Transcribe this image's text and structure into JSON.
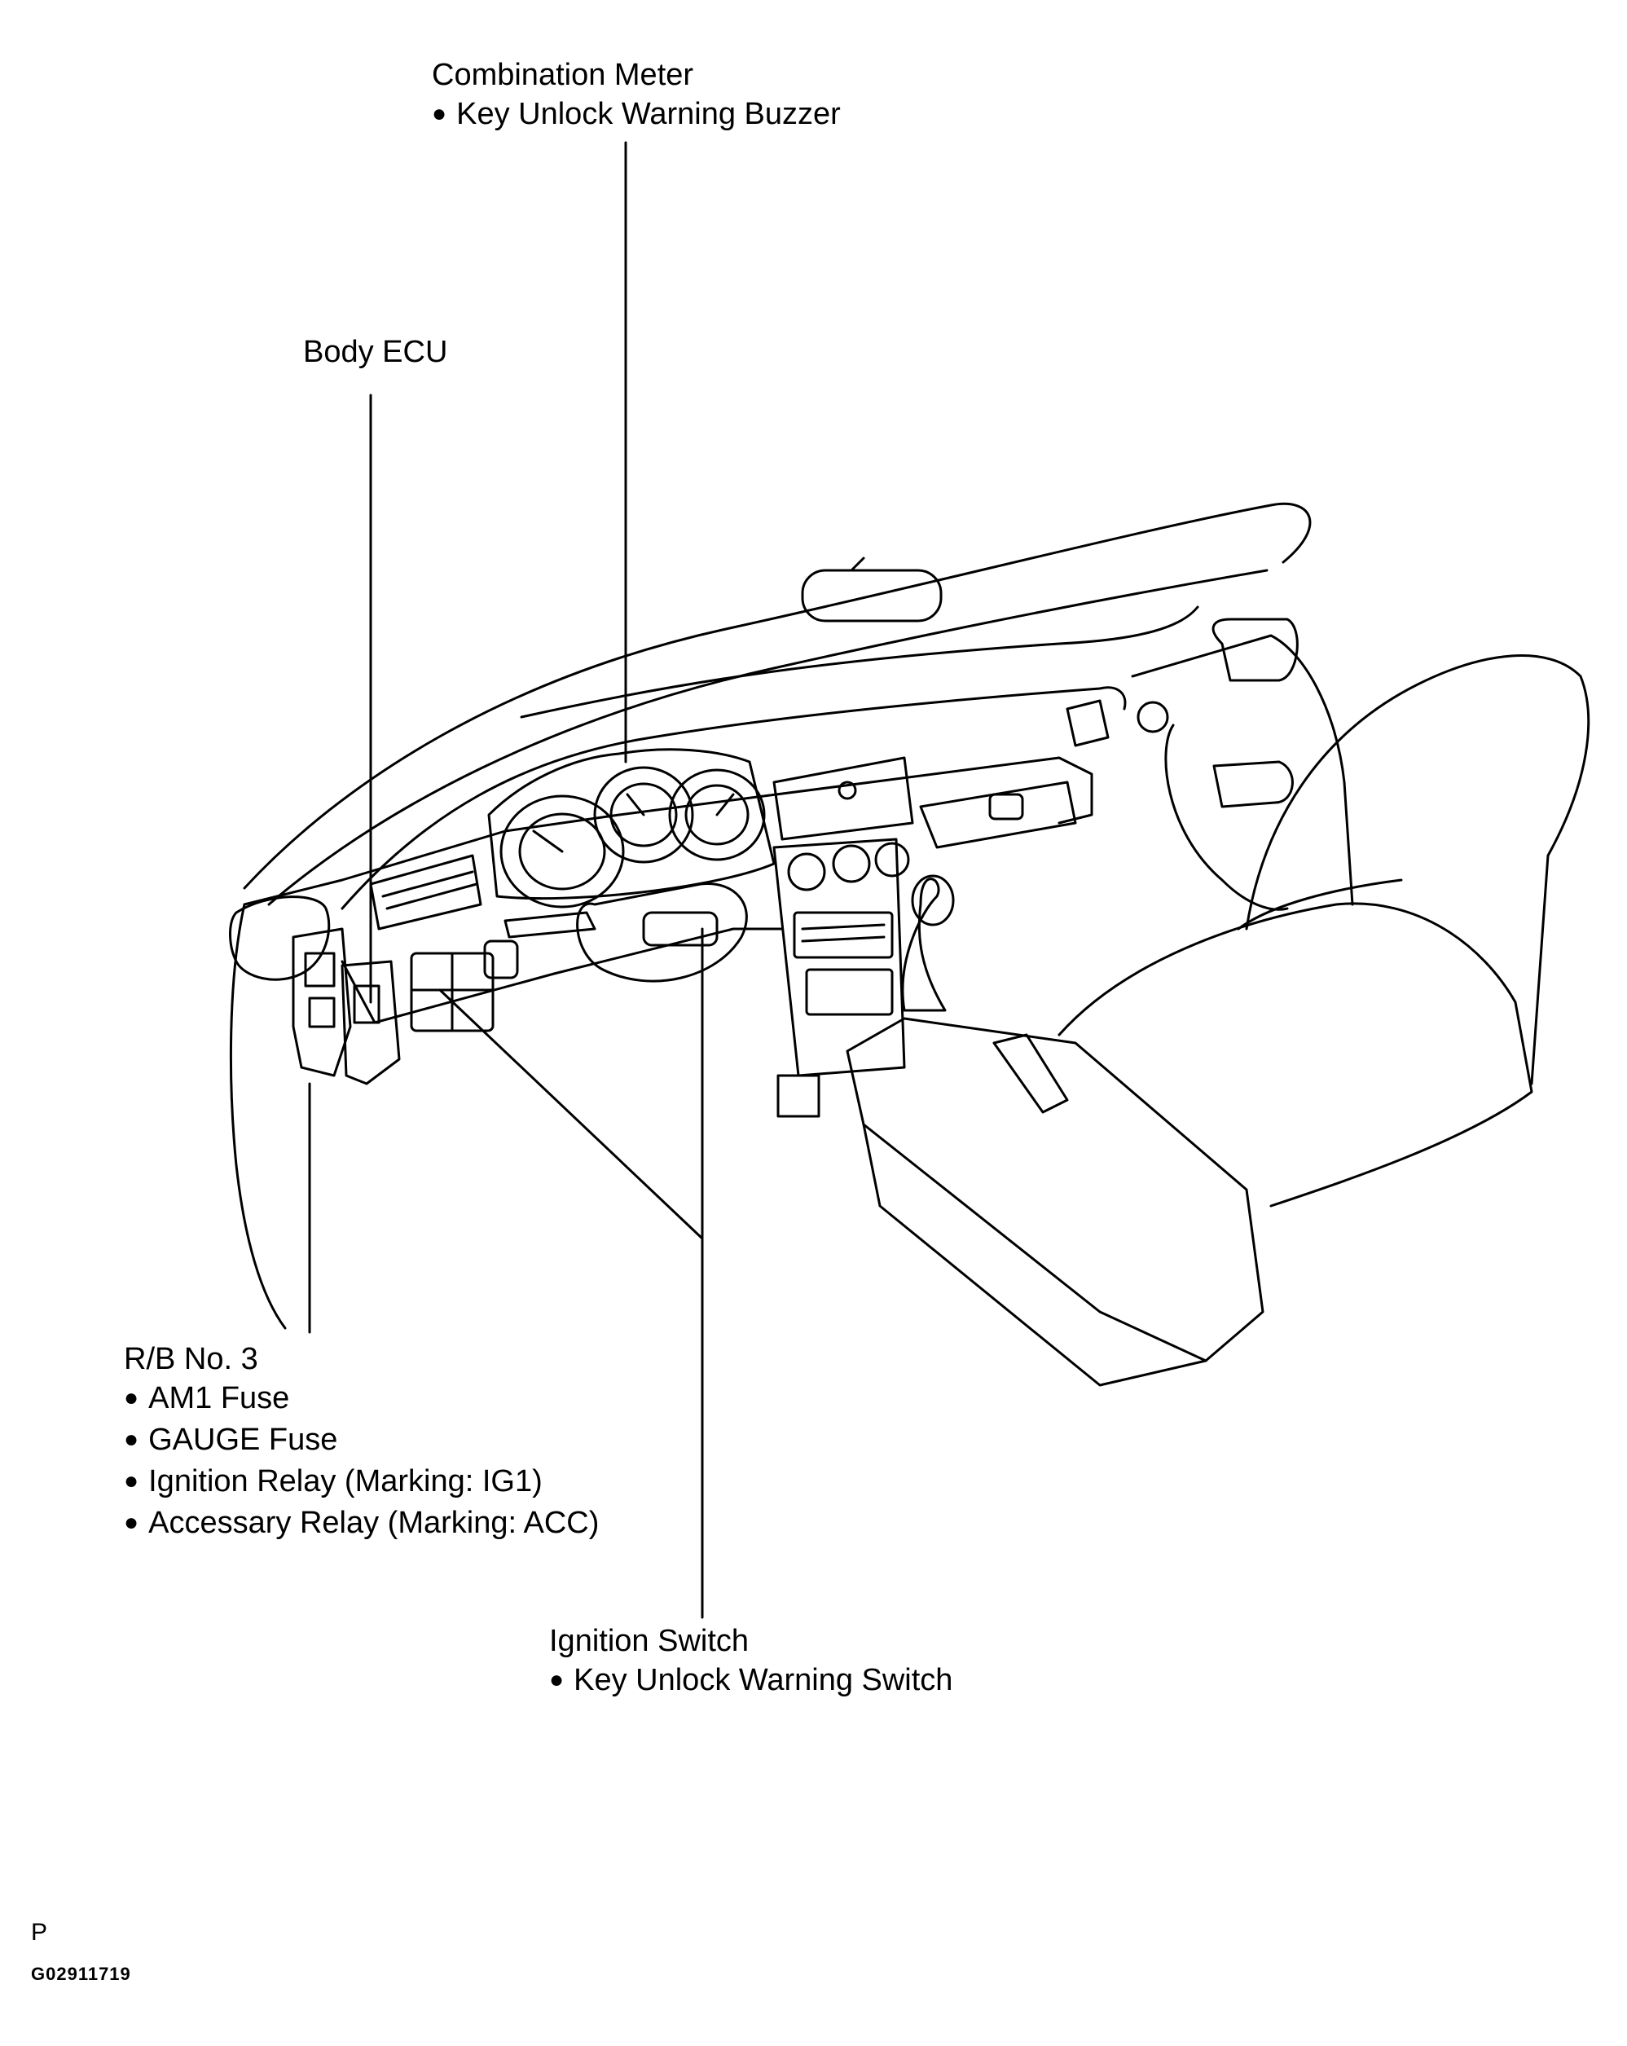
{
  "labels": {
    "combination_meter": {
      "title": "Combination Meter",
      "items": [
        "Key Unlock Warning Buzzer"
      ]
    },
    "body_ecu": {
      "title": "Body ECU",
      "items": []
    },
    "rb_no3": {
      "title": "R/B No. 3",
      "items": [
        "AM1 Fuse",
        "GAUGE Fuse",
        "Ignition Relay (Marking: IG1)",
        "Accessary Relay (Marking: ACC)"
      ]
    },
    "ignition_switch": {
      "title": "Ignition Switch",
      "items": [
        "Key Unlock Warning Switch"
      ]
    }
  },
  "footer": {
    "letter": "P",
    "figure_code": "G02911719"
  }
}
